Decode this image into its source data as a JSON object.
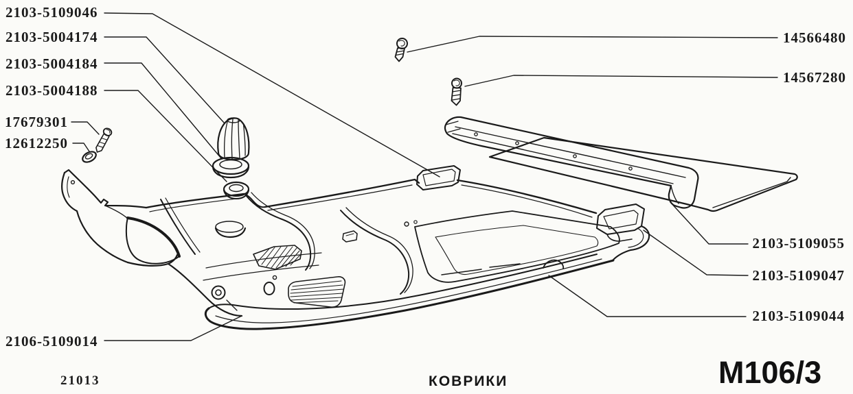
{
  "page": {
    "caption": "КОВРИКИ",
    "model_code": "21013",
    "sheet_number": "M106/3",
    "background_color": "#fbfbf8",
    "ink_color": "#1a1a1a"
  },
  "part_numbers": {
    "left": [
      "2103-5109046",
      "2103-5004174",
      "2103-5004184",
      "2103-5004188",
      "17679301",
      "12612250",
      "2106-5109014"
    ],
    "right": [
      "14566480",
      "14567280",
      "2103-5109055",
      "2103-5109047",
      "2103-5109044"
    ]
  }
}
